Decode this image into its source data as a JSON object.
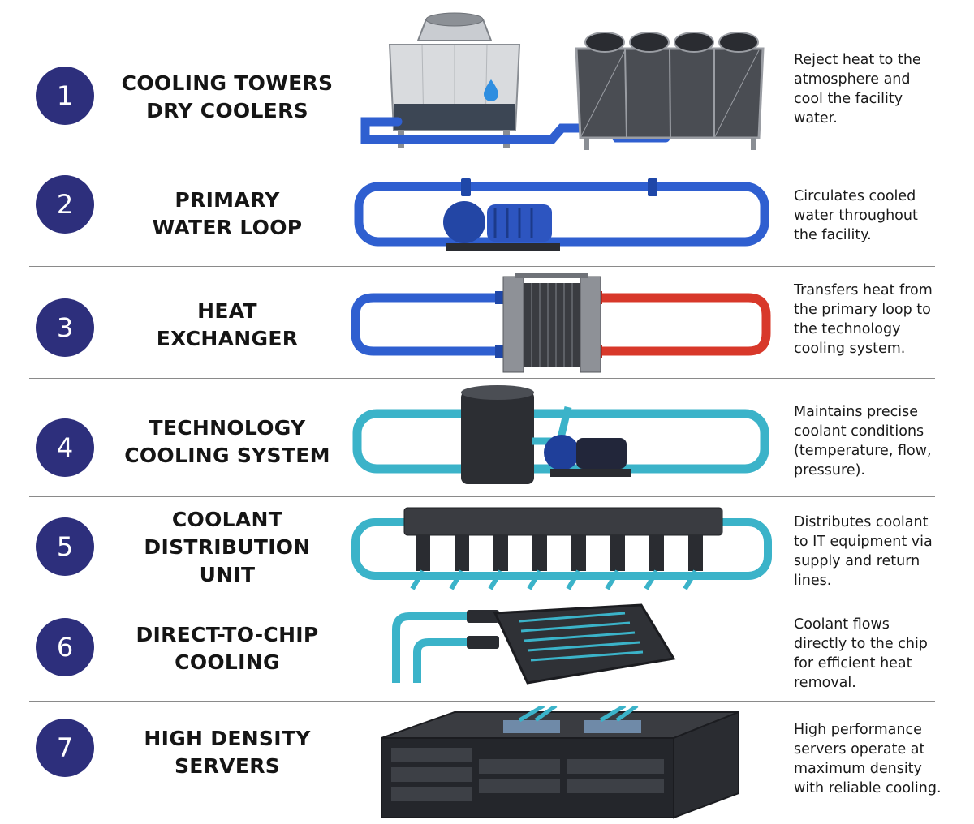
{
  "steps": [
    {
      "number": "1",
      "title": [
        "COOLING TOWERS",
        "DRY COOLERS"
      ],
      "description": [
        "Reject heat to the",
        "atmosphere and",
        "cool the facility",
        "water."
      ]
    },
    {
      "number": "2",
      "title": [
        "PRIMARY",
        "WATER LOOP"
      ],
      "description": [
        "Circulates cooled",
        "water throughout",
        "the facility."
      ]
    },
    {
      "number": "3",
      "title": [
        "HEAT",
        "EXCHANGER"
      ],
      "description": [
        "Transfers heat from",
        "the primary loop to",
        "the technology",
        "cooling system."
      ]
    },
    {
      "number": "4",
      "title": [
        "TECHNOLOGY",
        "COOLING SYSTEM"
      ],
      "description": [
        "Maintains precise",
        "coolant conditions",
        "(temperature, flow,",
        "pressure)."
      ]
    },
    {
      "number": "5",
      "title": [
        "COOLANT",
        "DISTRIBUTION",
        "UNIT"
      ],
      "description": [
        "Distributes coolant",
        "to IT equipment via",
        "supply and return",
        "lines."
      ]
    },
    {
      "number": "6",
      "title": [
        "DIRECT-TO-CHIP",
        "COOLING"
      ],
      "description": [
        "Coolant flows",
        "directly to the chip",
        "for efficient heat",
        "removal."
      ]
    },
    {
      "number": "7",
      "title": [
        "HIGH DENSITY",
        "SERVERS"
      ],
      "description": [
        "High performance",
        "servers operate at",
        "maximum density",
        "with reliable cooling."
      ]
    }
  ],
  "colors": {
    "badge": "#2d2f7c",
    "cold_pipe": "#2f5fd0",
    "hot_pipe": "#d8382a",
    "tech_pipe": "#3bb3c9"
  }
}
